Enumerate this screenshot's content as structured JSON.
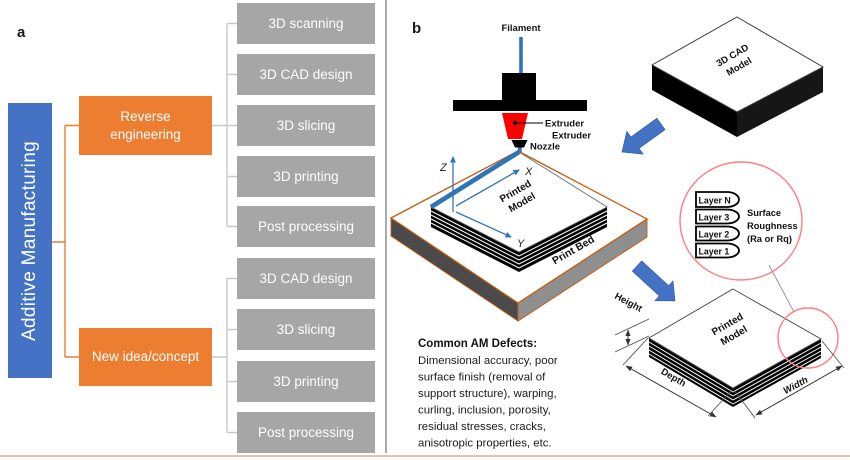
{
  "panel_a": {
    "label": "a",
    "root": "Additive Manufacturing",
    "branches": [
      {
        "label": "Reverse engineering",
        "steps": [
          "3D scanning",
          "3D CAD design",
          "3D slicing",
          "3D printing",
          "Post processing"
        ]
      },
      {
        "label": "New idea/concept",
        "steps": [
          "3D CAD design",
          "3D slicing",
          "3D printing",
          "Post processing"
        ]
      }
    ]
  },
  "panel_b": {
    "label": "b",
    "filament_label": "Filament",
    "extruder_label": "Extruder",
    "extruder_label2": "Extruder",
    "nozzle_label": "Nozzle",
    "axis_z": "Z",
    "axis_x": "X",
    "axis_y": "Y",
    "printed_model_line1": "Printed",
    "printed_model_line2": "Model",
    "print_bed_label": "Print Bed",
    "cad_line1": "3D CAD",
    "cad_line2": "Model",
    "layers": [
      "Layer N",
      "Layer 3",
      "Layer 2",
      "Layer 1"
    ],
    "roughness_lines": [
      "Surface",
      "Roughness",
      "(Ra or Rq)"
    ],
    "dim_height": "Height",
    "dim_depth": "Depth",
    "dim_width": "Width",
    "defects_title": "Common AM Defects:",
    "defects_lines": [
      "Dimensional accuracy, poor",
      "surface finish (removal of",
      "support structure), warping,",
      "curling, inclusion, porosity,",
      "residual stresses, cracks,",
      "anisotropic properties, etc."
    ]
  },
  "colors": {
    "accent_blue": "#4472C4",
    "accent_orange": "#ED7D31",
    "box_gray": "#A6A6A6",
    "axis_blue": "#2E75B6",
    "extruder_red": "#FE0000",
    "circle_red": "#FF7C80",
    "bed_edge_orange": "#C55A11"
  }
}
